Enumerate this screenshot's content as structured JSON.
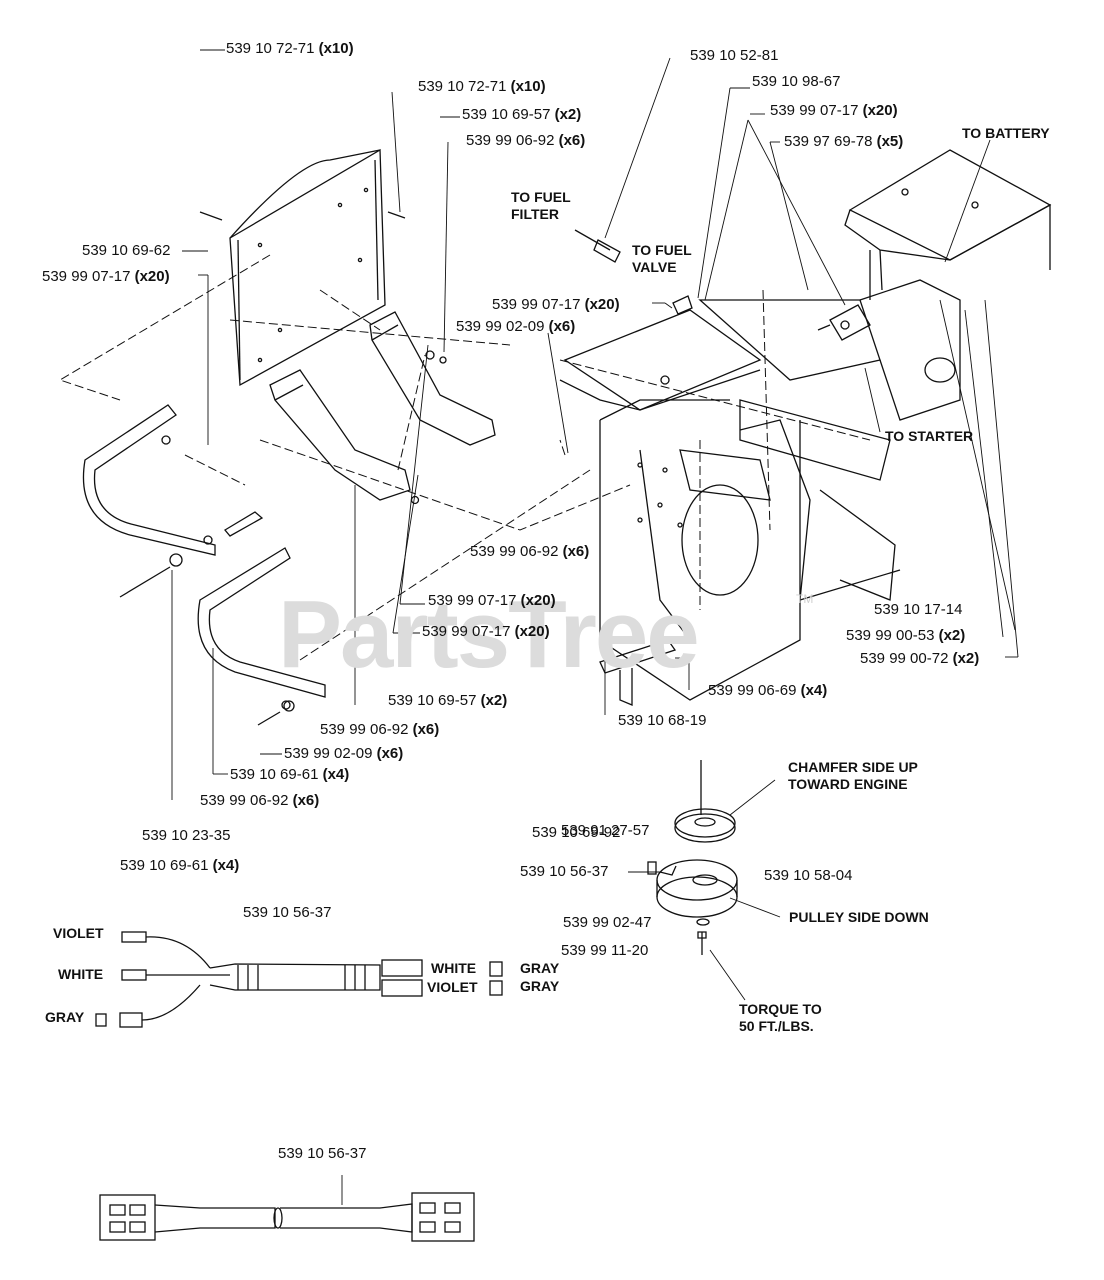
{
  "watermark": {
    "text": "PartsTree",
    "tm": "TM"
  },
  "part_labels": [
    {
      "id": "p1",
      "num": "539 10 72-71",
      "qty": "(x10)"
    },
    {
      "id": "p2",
      "num": "539 10 72-71",
      "qty": "(x10)"
    },
    {
      "id": "p3",
      "num": "539 10 69-57",
      "qty": "(x2)"
    },
    {
      "id": "p4",
      "num": "539 99 06-92",
      "qty": "(x6)"
    },
    {
      "id": "p5",
      "num": "539 10 69-62",
      "qty": ""
    },
    {
      "id": "p6",
      "num": "539 99 07-17",
      "qty": "(x20)"
    },
    {
      "id": "p7",
      "num": "539 10 52-81",
      "qty": ""
    },
    {
      "id": "p8",
      "num": "539 10 98-67",
      "qty": ""
    },
    {
      "id": "p9",
      "num": "539 99 07-17",
      "qty": "(x20)"
    },
    {
      "id": "p10",
      "num": "539 97 69-78",
      "qty": "(x5)"
    },
    {
      "id": "p11",
      "num": "539 99 07-17",
      "qty": "(x20)"
    },
    {
      "id": "p12",
      "num": "539 99 02-09",
      "qty": "(x6)"
    },
    {
      "id": "p13",
      "num": "539 99 06-92",
      "qty": "(x6)"
    },
    {
      "id": "p14",
      "num": "539 99 07-17",
      "qty": "(x20)"
    },
    {
      "id": "p15",
      "num": "539 99 07-17",
      "qty": "(x20)"
    },
    {
      "id": "p16",
      "num": "539 10 17-14",
      "qty": ""
    },
    {
      "id": "p17",
      "num": "539 99 00-53",
      "qty": "(x2)"
    },
    {
      "id": "p18",
      "num": "539 99 00-72",
      "qty": "(x2)"
    },
    {
      "id": "p19",
      "num": "539 99 06-69",
      "qty": "(x4)"
    },
    {
      "id": "p20",
      "num": "539 10 69-57",
      "qty": "(x2)"
    },
    {
      "id": "p21",
      "num": "539 10 68-19",
      "qty": ""
    },
    {
      "id": "p22",
      "num": "539 99 06-92",
      "qty": "(x6)"
    },
    {
      "id": "p23",
      "num": "539 99 02-09",
      "qty": "(x6)"
    },
    {
      "id": "p24",
      "num": "539 10 69-61",
      "qty": "(x4)"
    },
    {
      "id": "p25",
      "num": "539 99 06-92",
      "qty": "(x6)"
    },
    {
      "id": "p26",
      "num": "539 10 23-35",
      "qty": ""
    },
    {
      "id": "p27",
      "num": "539 10 69-61",
      "qty": "(x4)"
    },
    {
      "id": "p28",
      "num": "539 91 27-57",
      "qty": ""
    },
    {
      "id": "p29",
      "num": "539 10 69-92",
      "qty": ""
    },
    {
      "id": "p30",
      "num": "539 10 56-37",
      "qty": ""
    },
    {
      "id": "p31",
      "num": "539 10 58-04",
      "qty": ""
    },
    {
      "id": "p32",
      "num": "539 99 02-47",
      "qty": ""
    },
    {
      "id": "p33",
      "num": "539 99 11-20",
      "qty": ""
    },
    {
      "id": "p34",
      "num": "539 10 56-37",
      "qty": ""
    },
    {
      "id": "p35",
      "num": "539 10 56-37",
      "qty": ""
    }
  ],
  "callouts": {
    "to_fuel_filter": [
      "TO FUEL",
      "FILTER"
    ],
    "to_fuel_valve": [
      "TO FUEL",
      "VALVE"
    ],
    "to_battery": "TO BATTERY",
    "to_starter": "TO STARTER",
    "chamfer": [
      "CHAMFER SIDE UP",
      "TOWARD ENGINE"
    ],
    "pulley_side_down": "PULLEY SIDE DOWN",
    "torque": [
      "TORQUE TO",
      "50 FT./LBS."
    ]
  },
  "wire_colors": {
    "left": [
      "VIOLET",
      "WHITE",
      "GRAY"
    ],
    "right_upper": [
      "WHITE",
      "GRAY"
    ],
    "right_lower": [
      "VIOLET",
      "GRAY"
    ]
  }
}
